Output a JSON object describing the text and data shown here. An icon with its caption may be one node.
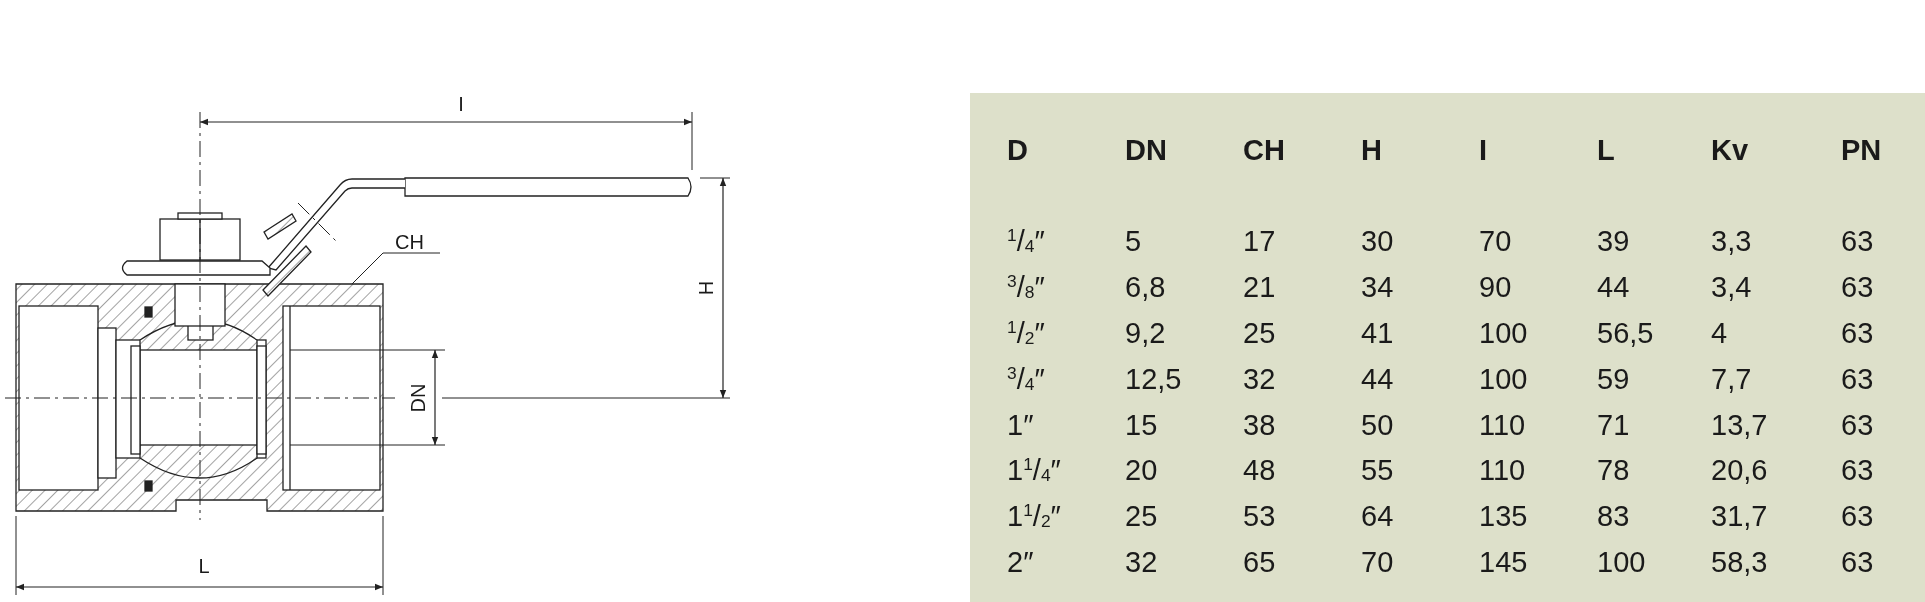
{
  "diagram": {
    "nodes": [
      {
        "text": [
          "CH"
        ]
      },
      {
        "text": [],
        "shape": "picture"
      }
    ],
    "edges": [
      {
        "from": 0,
        "to": 1,
        "arrow": "none"
      }
    ],
    "labels": [
      "I",
      "H",
      "DN",
      "L",
      "D",
      "DN",
      "CH",
      "H",
      "I",
      "L",
      "Kv",
      "PN",
      "$^{1}$/$_{4}$″",
      "5",
      "17",
      "30",
      "70",
      "39",
      "3,3",
      "63",
      "$^{3}$/$_{8}$″",
      "6,8",
      "21",
      "34",
      "90",
      "44",
      "3,4",
      "63",
      "$^{1}$/$_{2}$″",
      "9,2",
      "25",
      "41",
      "100",
      "56,5",
      "4",
      "63",
      "$^{3}$/$_{4}$″",
      "12,5",
      "32",
      "44",
      "100",
      "59",
      "7,7",
      "63",
      "1″",
      "15",
      "38",
      "50",
      "110",
      "71",
      "13,7",
      "63",
      "1$^{1}$/$_{4}$″",
      "20",
      "48",
      "55",
      "110",
      "78",
      "20,6",
      "63",
      "1$^{1}$/$_{2}$″",
      "25",
      "53",
      "64",
      "135",
      "83",
      "31,7",
      "63",
      "2″",
      "32",
      "65",
      "70",
      "145",
      "100",
      "58,3",
      "63"
    ]
  }
}
